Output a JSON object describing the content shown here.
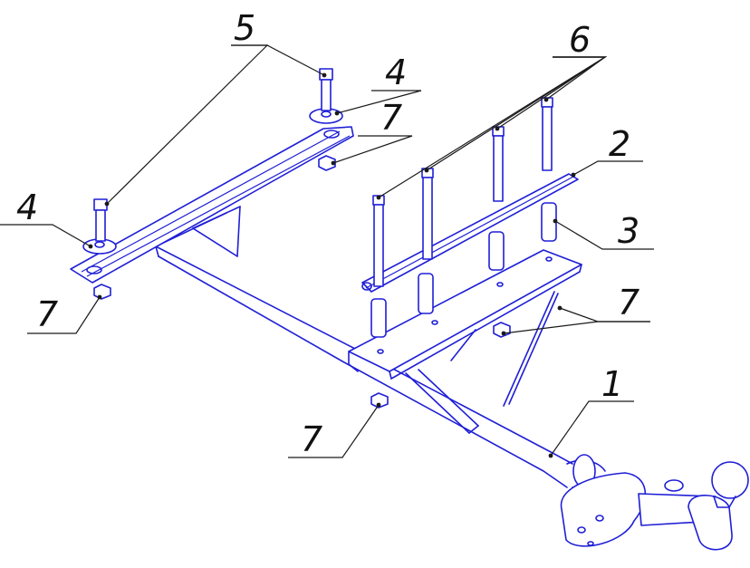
{
  "callouts": [
    {
      "id": "c1",
      "label": "1"
    },
    {
      "id": "c2",
      "label": "2"
    },
    {
      "id": "c3",
      "label": "3"
    },
    {
      "id": "c4a",
      "label": "4"
    },
    {
      "id": "c4b",
      "label": "4"
    },
    {
      "id": "c5",
      "label": "5"
    },
    {
      "id": "c6",
      "label": "6"
    },
    {
      "id": "c7a",
      "label": "7"
    },
    {
      "id": "c7b",
      "label": "7"
    },
    {
      "id": "c7c",
      "label": "7"
    },
    {
      "id": "c7d",
      "label": "7"
    }
  ],
  "colors": {
    "drawing": "#1f1fd6",
    "leader": "#1a1a1a",
    "background": "#ffffff"
  }
}
